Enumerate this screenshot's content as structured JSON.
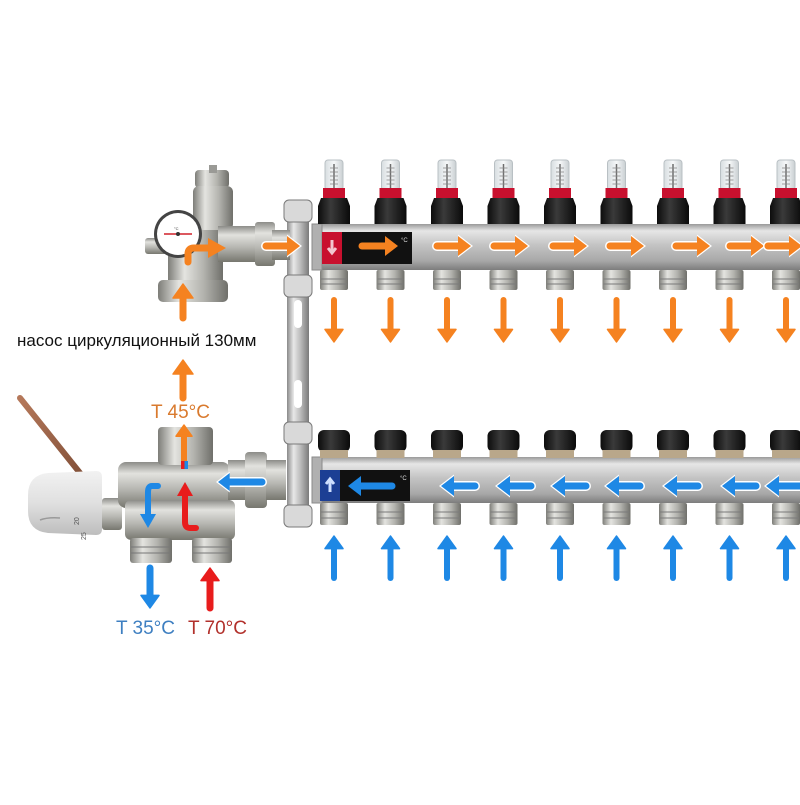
{
  "diagram": {
    "title": "Underfloor heating manifold with mixing unit",
    "labels": {
      "pump": "насос циркуляционный 130мм",
      "mix_temp": "T 45°C",
      "return_temp": "T 35°C",
      "supply_temp": "T 70°C"
    },
    "colors": {
      "hot_flow": "#F58220",
      "cold_flow": "#1E88E5",
      "boiler_supply": "#E81C1C",
      "text_dark": "#111111",
      "text_mix": "#D97A2E",
      "text_return": "#3E7FC1",
      "text_supply": "#B2312C",
      "steel": "#B8B8B8",
      "steel_dark": "#8E8E8E",
      "plastic_black": "#1A1A1A",
      "flowmeter_red": "#C8102E",
      "supply_badge": "#C8102E",
      "return_badge": "#1C3F94"
    },
    "manifold": {
      "circuits": 9,
      "supply_bar": {
        "flow": "left-to-right",
        "badge_arrow": "down",
        "unit": "°C",
        "has_flowmeters": true
      },
      "return_bar": {
        "flow": "right-to-left",
        "badge_arrow": "up",
        "unit": "°C",
        "has_valve_caps": true
      }
    },
    "thermostat_head": {
      "scale_marks": [
        "20",
        "25"
      ]
    },
    "gauge": {
      "unit": "°C"
    }
  }
}
